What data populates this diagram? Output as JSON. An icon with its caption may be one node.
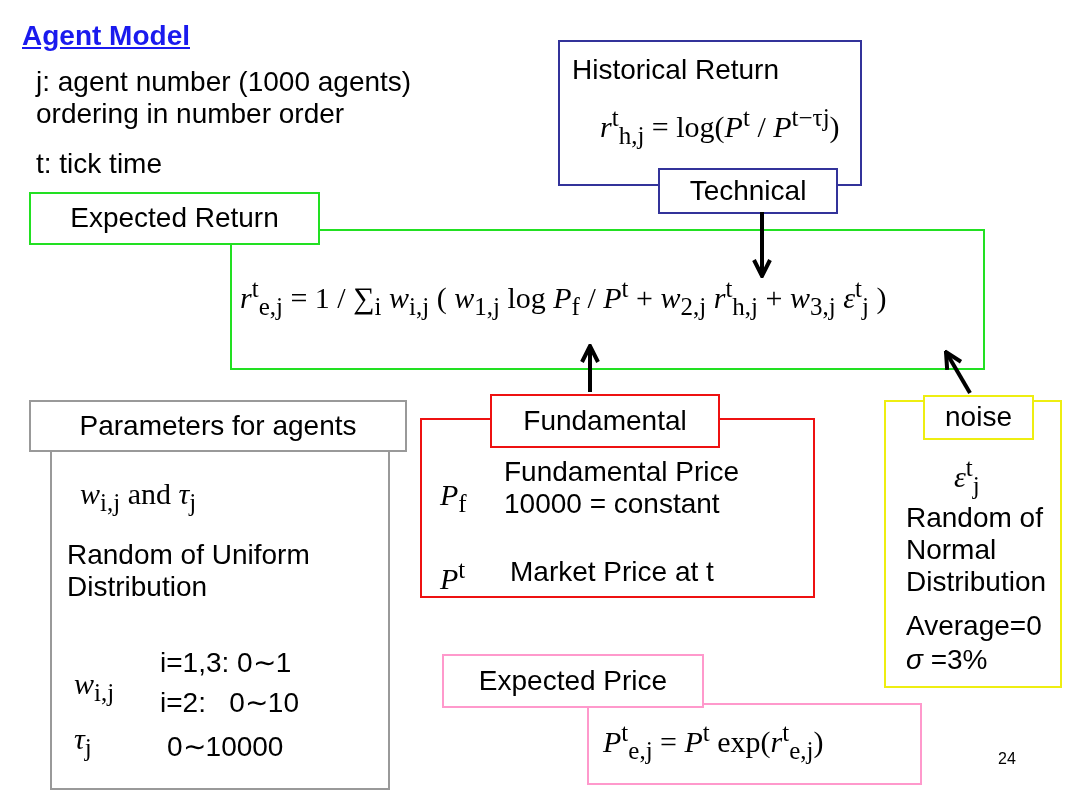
{
  "diagram": {
    "title": "Agent Model",
    "nodes": [
      {
        "text": [
          "Historical Return",
          "*r*$^{t}$$_{h,j}$ = log(*P*$^{t}$ / *P*$^{t−τj}$)",
          "Technical"
        ]
      },
      {
        "text": [
          "Expected Return",
          "*r*$^{t}$$_{e,j}$ = 1 / ∑$_{i}$ *w*$_{i,j}$ ( *w*$_{1,j}$ log *P*$_{f}$ / *P*$^{t}$ + *w*$_{2,j}$ *r*$^{t}$$_{h,j}$ + *w*$_{3,j}$ *ε*$^{t}$$_{j}$ )"
        ]
      },
      {
        "text": [
          "Parameters for agents",
          "*w*$_{i,j}$ and *τ*$_{j}$",
          "Random of Uniform Distribution",
          "*w*$_{i,j}$",
          "i=1,3: 0∼1",
          "i=2:   0∼10",
          "*τ*$_{j}$",
          "0∼10000"
        ]
      },
      {
        "text": [
          "Fundamental",
          "*P*$_{f}$",
          "Fundamental Price 10000 = constant",
          "*P*$^{t}$",
          "Market Price at t"
        ]
      },
      {
        "text": [
          "noise",
          "*ε*$^{t}$$_{j}$",
          "Random of Normal Distribution",
          "Average=0",
          "*σ* =3%"
        ]
      },
      {
        "text": [
          "Expected Price",
          "*P*$^{t}$$_{e,j}$ = *P*$^{t}$ exp(*r*$^{t}$$_{e,j}$)"
        ]
      }
    ],
    "edges": [
      {
        "from": 0,
        "to": 1,
        "arrow": "to"
      },
      {
        "from": 3,
        "to": 1,
        "arrow": "to"
      },
      {
        "from": 4,
        "to": 1,
        "arrow": "to"
      }
    ],
    "labels": [
      "j: agent number (1000 agents) ordering in number order",
      "t: tick time",
      "24"
    ]
  }
}
